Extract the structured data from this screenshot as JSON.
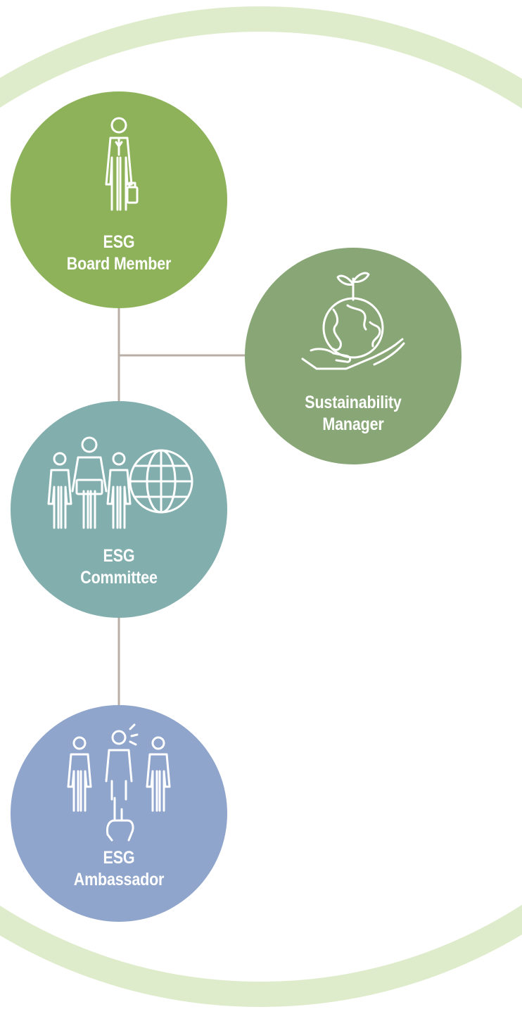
{
  "colors": {
    "ring": "#dfeccb",
    "connector": "#b9afa6",
    "board_member": "#8db25a",
    "sustainability_manager": "#88a676",
    "committee": "#82aeae",
    "ambassador": "#90a5cc",
    "icon_stroke": "#ffffff"
  },
  "nodes": {
    "board_member": {
      "line1": "ESG",
      "line2": "Board Member",
      "icon": "businessperson-briefcase-icon"
    },
    "sustainability_manager": {
      "line1": "Sustainability",
      "line2": "Manager",
      "icon": "globe-in-hands-sprout-icon"
    },
    "committee": {
      "line1": "ESG",
      "line2": "Committee",
      "icon": "group-with-globe-icon"
    },
    "ambassador": {
      "line1": "ESG",
      "line2": "Ambassador",
      "icon": "group-raised-hand-icon"
    }
  }
}
